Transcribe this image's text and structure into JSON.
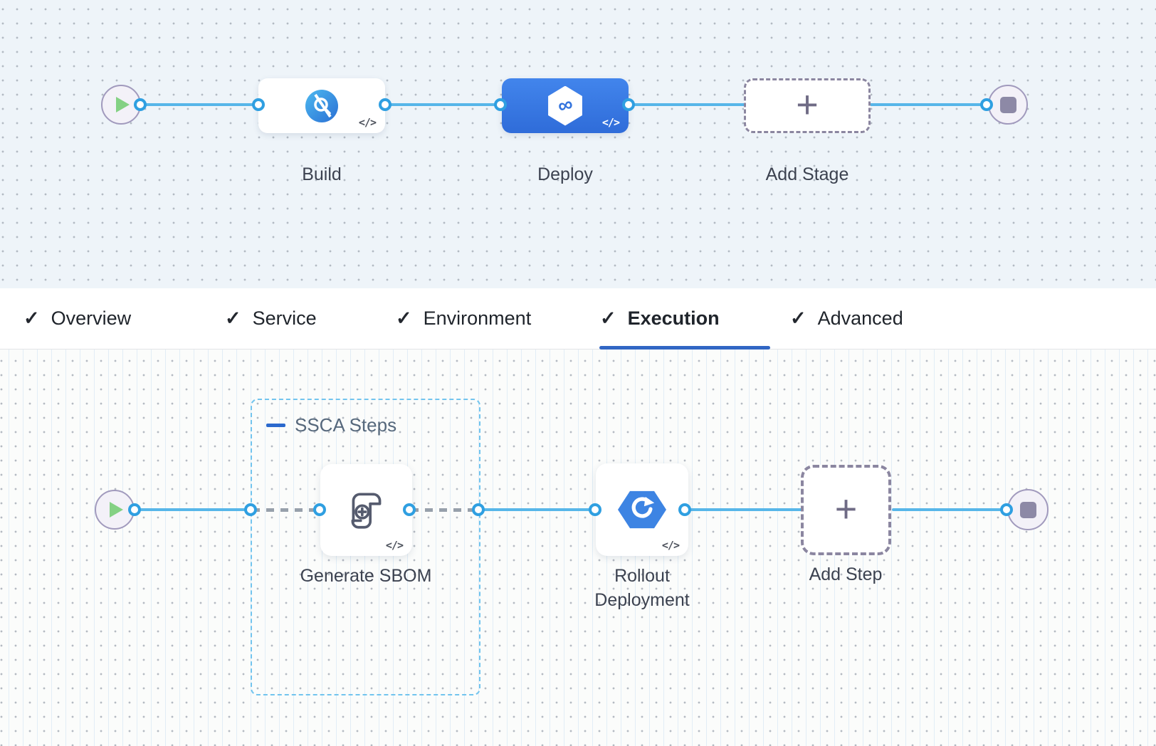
{
  "stage_flow": {
    "nodes": {
      "build": {
        "label": "Build"
      },
      "deploy": {
        "label": "Deploy",
        "selected": true
      },
      "add_stage": {
        "label": "Add Stage"
      }
    }
  },
  "tabs": {
    "items": [
      {
        "label": "Overview",
        "checked": true
      },
      {
        "label": "Service",
        "checked": true
      },
      {
        "label": "Environment",
        "checked": true
      },
      {
        "label": "Execution",
        "checked": true,
        "active": true
      },
      {
        "label": "Advanced",
        "checked": true
      }
    ]
  },
  "execution_flow": {
    "group": {
      "label": "SSCA Steps"
    },
    "steps": {
      "generate_sbom": {
        "label": "Generate SBOM"
      },
      "rollout": {
        "label_line1": "Rollout",
        "label_line2": "Deployment"
      },
      "add_step": {
        "label": "Add Step"
      }
    }
  },
  "glyphs": {
    "check": "✓",
    "plus": "+",
    "code": "</>",
    "infinity": "∞"
  },
  "colors": {
    "link_blue": "#57b6e9",
    "connector_ring": "#2f9fe1",
    "selected_stage_blue": "#3a7ae4",
    "tab_underline": "#3166c4",
    "group_border_blue": "#72c4ee",
    "dashed_node_border": "#8b86a0",
    "play_green": "#84d184",
    "canvas_top_bg": "#eef4f9",
    "canvas_bottom_bg": "#fbfcfb"
  }
}
